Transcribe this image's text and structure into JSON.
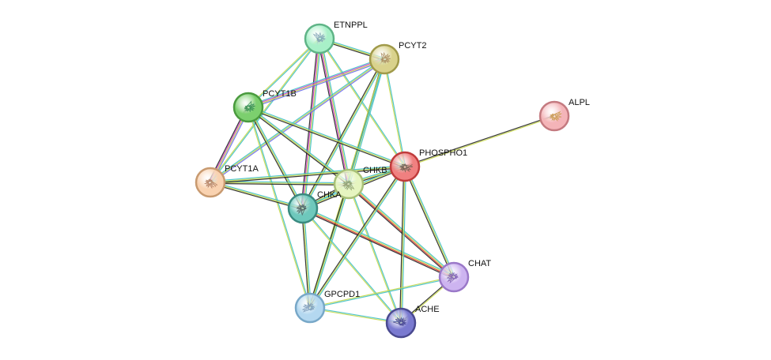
{
  "network": {
    "nodes": [
      {
        "id": "ETNPPL",
        "label": "ETNPPL",
        "color": "#a8f0c8",
        "border": "#5fb487",
        "texture": "#7aa0b0"
      },
      {
        "id": "PCYT2",
        "label": "PCYT2",
        "color": "#d9d28c",
        "border": "#a09a4a",
        "texture": "#a88a5a"
      },
      {
        "id": "PCYT1B",
        "label": "PCYT1B",
        "color": "#7ccf6e",
        "border": "#4a9a3e",
        "texture": "#2e8a4a"
      },
      {
        "id": "ALPL",
        "label": "ALPL",
        "color": "#f4b4b8",
        "border": "#c47a80",
        "texture": "#c8964a"
      },
      {
        "id": "PHOSPHO1",
        "label": "PHOSPHO1",
        "color": "#f08080",
        "border": "#c03c3c",
        "texture": "#6a5a4a"
      },
      {
        "id": "PCYT1A",
        "label": "PCYT1A",
        "color": "#f9d2b0",
        "border": "#c89a70",
        "texture": "#b07a5a"
      },
      {
        "id": "CHKB",
        "label": "CHKB",
        "color": "#e6f5c0",
        "border": "#a8c078",
        "texture": "#8a9a6a"
      },
      {
        "id": "CHKA",
        "label": "CHKA",
        "color": "#6ec8bc",
        "border": "#3a8a80",
        "texture": "#4a5a5a"
      },
      {
        "id": "CHAT",
        "label": "CHAT",
        "color": "#cdb4f0",
        "border": "#9a78c8",
        "texture": "#7a5ab0"
      },
      {
        "id": "GPCPD1",
        "label": "GPCPD1",
        "color": "#b4d8f0",
        "border": "#78a8c8",
        "texture": "#7a9ab8"
      },
      {
        "id": "ACHE",
        "label": "ACHE",
        "color": "#7a7ad0",
        "border": "#4a4a90",
        "texture": "#3a3a8a"
      }
    ],
    "edges": [
      {
        "source": "ETNPPL",
        "target": "PCYT2",
        "channels": [
          "#3fc0c8",
          "#c8d84a",
          "#222222"
        ]
      },
      {
        "source": "ETNPPL",
        "target": "PCYT1B",
        "channels": [
          "#3fc0c8",
          "#c8d84a"
        ]
      },
      {
        "source": "ETNPPL",
        "target": "PCYT1A",
        "channels": [
          "#3fc0c8",
          "#c8d84a"
        ]
      },
      {
        "source": "ETNPPL",
        "target": "CHKB",
        "channels": [
          "#3fc0c8",
          "#c8d84a",
          "#d040d0",
          "#222222"
        ]
      },
      {
        "source": "ETNPPL",
        "target": "CHKA",
        "channels": [
          "#3fc0c8",
          "#c8d84a",
          "#d040d0",
          "#222222"
        ]
      },
      {
        "source": "ETNPPL",
        "target": "PHOSPHO1",
        "channels": [
          "#3fc0c8",
          "#c8d84a"
        ]
      },
      {
        "source": "PCYT2",
        "target": "PCYT1B",
        "channels": [
          "#6a6af0",
          "#c8d84a",
          "#d040d0",
          "#3fc0c8"
        ]
      },
      {
        "source": "PCYT2",
        "target": "PCYT1A",
        "channels": [
          "#6a6af0",
          "#c8d84a",
          "#3fc0c8"
        ]
      },
      {
        "source": "PCYT2",
        "target": "CHKB",
        "channels": [
          "#3fc0c8",
          "#c8d84a",
          "#222222"
        ]
      },
      {
        "source": "PCYT2",
        "target": "CHKA",
        "channels": [
          "#3fc0c8",
          "#c8d84a",
          "#222222"
        ]
      },
      {
        "source": "PCYT2",
        "target": "PHOSPHO1",
        "channels": [
          "#3fc0c8",
          "#c8d84a"
        ]
      },
      {
        "source": "PCYT2",
        "target": "GPCPD1",
        "channels": [
          "#3fc0c8",
          "#c8d84a"
        ]
      },
      {
        "source": "PCYT1B",
        "target": "PCYT1A",
        "channels": [
          "#6a6af0",
          "#c8d84a",
          "#d040d0",
          "#222222"
        ]
      },
      {
        "source": "PCYT1B",
        "target": "CHKB",
        "channels": [
          "#3fc0c8",
          "#c8d84a",
          "#222222"
        ]
      },
      {
        "source": "PCYT1B",
        "target": "CHKA",
        "channels": [
          "#3fc0c8",
          "#c8d84a",
          "#222222"
        ]
      },
      {
        "source": "PCYT1B",
        "target": "PHOSPHO1",
        "channels": [
          "#3fc0c8",
          "#c8d84a",
          "#222222"
        ]
      },
      {
        "source": "PCYT1B",
        "target": "GPCPD1",
        "channels": [
          "#3fc0c8",
          "#c8d84a"
        ]
      },
      {
        "source": "PCYT1A",
        "target": "CHKB",
        "channels": [
          "#3fc0c8",
          "#c8d84a",
          "#222222"
        ]
      },
      {
        "source": "PCYT1A",
        "target": "CHKA",
        "channels": [
          "#3fc0c8",
          "#c8d84a",
          "#222222"
        ]
      },
      {
        "source": "PCYT1A",
        "target": "PHOSPHO1",
        "channels": [
          "#3fc0c8",
          "#c8d84a",
          "#222222"
        ]
      },
      {
        "source": "ALPL",
        "target": "PHOSPHO1",
        "channels": [
          "#c8d84a",
          "#222222"
        ]
      },
      {
        "source": "CHKB",
        "target": "CHKA",
        "channels": [
          "#3fc0c8",
          "#c8d84a",
          "#222222"
        ]
      },
      {
        "source": "CHKB",
        "target": "PHOSPHO1",
        "channels": [
          "#3fc0c8",
          "#c8d84a",
          "#222222"
        ]
      },
      {
        "source": "CHKB",
        "target": "CHAT",
        "channels": [
          "#3fc0c8",
          "#c8d84a",
          "#e03030",
          "#222222"
        ]
      },
      {
        "source": "CHKB",
        "target": "GPCPD1",
        "channels": [
          "#3fc0c8",
          "#c8d84a",
          "#222222"
        ]
      },
      {
        "source": "CHKB",
        "target": "ACHE",
        "channels": [
          "#3fc0c8",
          "#c8d84a"
        ]
      },
      {
        "source": "CHKA",
        "target": "PHOSPHO1",
        "channels": [
          "#3fc0c8",
          "#c8d84a",
          "#222222"
        ]
      },
      {
        "source": "CHKA",
        "target": "CHAT",
        "channels": [
          "#3fc0c8",
          "#c8d84a",
          "#e03030",
          "#222222"
        ]
      },
      {
        "source": "CHKA",
        "target": "GPCPD1",
        "channels": [
          "#3fc0c8",
          "#c8d84a",
          "#222222"
        ]
      },
      {
        "source": "CHKA",
        "target": "ACHE",
        "channels": [
          "#3fc0c8",
          "#c8d84a"
        ]
      },
      {
        "source": "PHOSPHO1",
        "target": "CHAT",
        "channels": [
          "#3fc0c8",
          "#c8d84a",
          "#222222"
        ]
      },
      {
        "source": "PHOSPHO1",
        "target": "GPCPD1",
        "channels": [
          "#3fc0c8",
          "#c8d84a",
          "#222222"
        ]
      },
      {
        "source": "PHOSPHO1",
        "target": "ACHE",
        "channels": [
          "#3fc0c8",
          "#c8d84a",
          "#222222"
        ]
      },
      {
        "source": "CHAT",
        "target": "GPCPD1",
        "channels": [
          "#3fc0c8",
          "#c8d84a"
        ]
      },
      {
        "source": "CHAT",
        "target": "ACHE",
        "channels": [
          "#c8d84a",
          "#222222"
        ]
      },
      {
        "source": "GPCPD1",
        "target": "ACHE",
        "channels": [
          "#3fc0c8",
          "#c8d84a"
        ]
      }
    ]
  }
}
